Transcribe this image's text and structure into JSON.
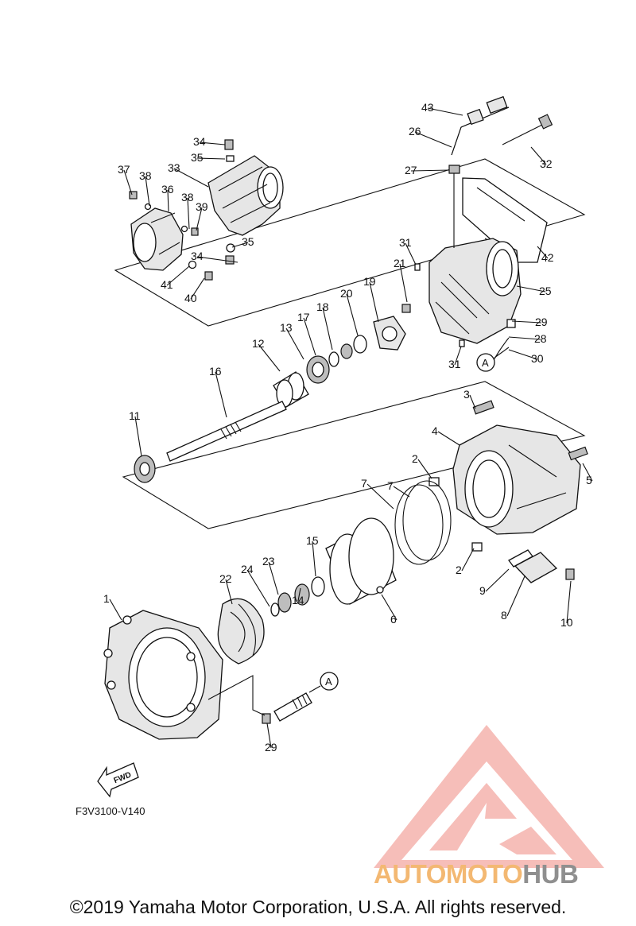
{
  "diagram": {
    "code": "F3V3100-V140",
    "fwd_label": "FWD",
    "ref_marker": "A",
    "copyright": "©2019 Yamaha Motor Corporation, U.S.A. All rights reserved.",
    "callouts": [
      "1",
      "2",
      "3",
      "4",
      "5",
      "6",
      "7",
      "8",
      "9",
      "10",
      "11",
      "12",
      "13",
      "14",
      "15",
      "16",
      "17",
      "18",
      "19",
      "20",
      "21",
      "22",
      "23",
      "24",
      "25",
      "26",
      "27",
      "28",
      "29",
      "30",
      "31",
      "32",
      "33",
      "34",
      "35",
      "36",
      "37",
      "38",
      "39",
      "40",
      "41",
      "42",
      "43"
    ]
  },
  "watermark": {
    "text_part1": "AUTOMOTO",
    "text_part2": "HUB",
    "logo_color": "#f4a9a0",
    "text_color_1": "#f3b872",
    "text_color_2": "#8f8f8f"
  }
}
